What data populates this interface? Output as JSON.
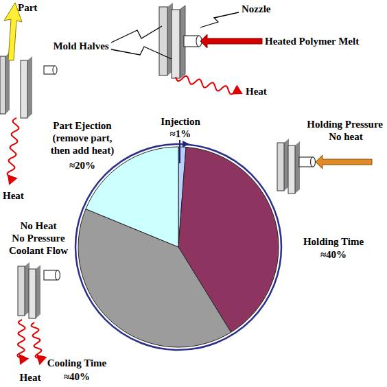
{
  "diagram": {
    "labels": [
      "Part",
      "Nozzle",
      "Mold Halves",
      "Heated Polymer Melt",
      "Heat",
      "Injection",
      "≈1%",
      "Holding Pressure",
      "No heat",
      "Holding Time",
      "≈40%",
      "Cooling Time",
      "≈40%",
      "No Heat",
      "No Pressure",
      "Coolant Flow",
      "Heat",
      "Part Ejection",
      "(remove part,",
      "then add heat)",
      "≈20%",
      "Heat"
    ]
  }
}
